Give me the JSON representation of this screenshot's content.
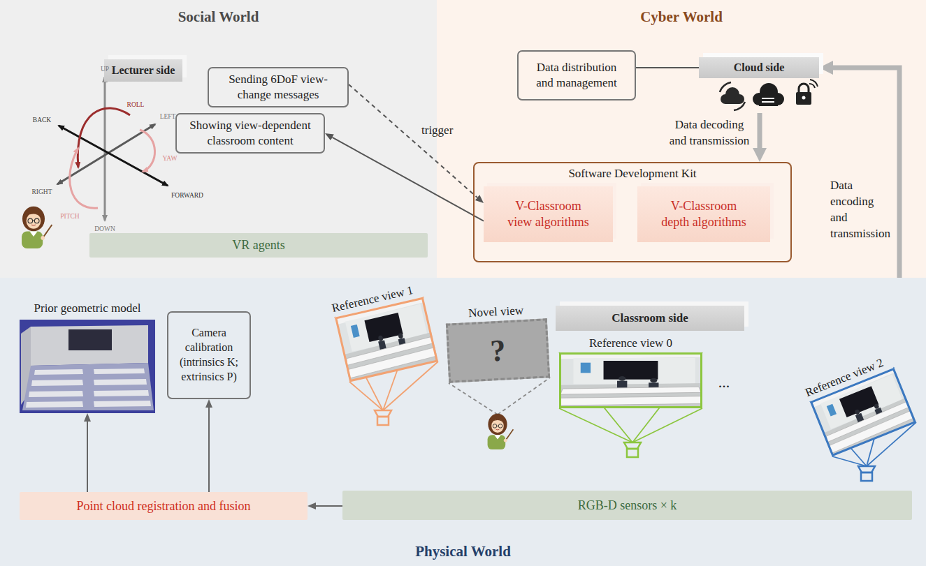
{
  "diagram": {
    "nodes": [
      {
        "text": [
          "Social World"
        ]
      },
      {
        "text": [
          "Lecturer side"
        ],
        "in": 0
      },
      {
        "text": [
          "Sending 6DoF view-change messages"
        ],
        "in": 0
      },
      {
        "text": [
          "Showing view-dependent classroom content"
        ],
        "in": 0
      },
      {
        "text": [
          "VR agents"
        ],
        "in": 0
      },
      {
        "text": [
          "Cyber World"
        ]
      },
      {
        "text": [
          "Data distribution and management"
        ],
        "in": 5
      },
      {
        "text": [
          "Cloud side"
        ],
        "in": 5
      },
      {
        "text": [
          "Software Development Kit"
        ],
        "in": 5
      },
      {
        "text": [
          "V-Classroom view algorithms"
        ],
        "in": 8
      },
      {
        "text": [
          "V-Classroom depth algorithms"
        ],
        "in": 8
      },
      {
        "text": [
          "Physical World"
        ]
      },
      {
        "text": [
          "Prior geometric model"
        ],
        "in": 11
      },
      {
        "text": [
          "Camera calibration (intrinsics K; extrinsics P)"
        ],
        "in": 11
      },
      {
        "text": [
          "Reference view 1"
        ],
        "in": 11
      },
      {
        "text": [
          "Novel view",
          "?"
        ],
        "in": 11
      },
      {
        "text": [
          "Classroom side"
        ],
        "in": 11
      },
      {
        "text": [
          "Reference view 0"
        ],
        "in": 11
      },
      {
        "text": [
          "Reference view 2"
        ],
        "in": 11
      },
      {
        "text": [
          "Point cloud registration and fusion"
        ],
        "in": 11
      },
      {
        "text": [
          "RGB-D sensors × k"
        ],
        "in": 11
      }
    ],
    "edges": [
      {
        "from": 2,
        "to": 9,
        "arrow": "to",
        "label": "trigger"
      },
      {
        "from": 9,
        "to": 3,
        "arrow": "to"
      },
      {
        "from": 6,
        "to": 7,
        "arrow": "none"
      },
      {
        "from": 7,
        "to": 8,
        "arrow": "to",
        "label": "Data decoding and transmission"
      },
      {
        "from": 11,
        "to": 7,
        "arrow": "to",
        "label": "Data encoding and transmission"
      },
      {
        "from": 20,
        "to": 19,
        "arrow": "to"
      },
      {
        "from": 19,
        "to": 12,
        "arrow": "to"
      },
      {
        "from": 19,
        "to": 13,
        "arrow": "to"
      }
    ],
    "labels": [
      "UP",
      "ROLL",
      "BACK",
      "LEFT",
      "YAW",
      "RIGHT",
      "PITCH",
      "FORWARD",
      "DOWN",
      "..."
    ]
  }
}
